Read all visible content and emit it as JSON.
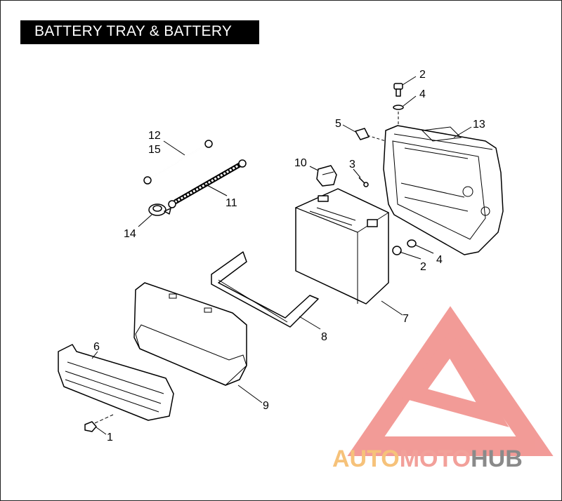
{
  "title": "BATTERY TRAY & BATTERY",
  "callouts": [
    {
      "id": "c2a",
      "text": "2"
    },
    {
      "id": "c4a",
      "text": "4"
    },
    {
      "id": "c5",
      "text": "5"
    },
    {
      "id": "c13",
      "text": "13"
    },
    {
      "id": "c12",
      "text": "12"
    },
    {
      "id": "c15",
      "text": "15"
    },
    {
      "id": "c10",
      "text": "10"
    },
    {
      "id": "c3",
      "text": "3"
    },
    {
      "id": "c11",
      "text": "11"
    },
    {
      "id": "c14",
      "text": "14"
    },
    {
      "id": "c2b",
      "text": "2"
    },
    {
      "id": "c4b",
      "text": "4"
    },
    {
      "id": "c7",
      "text": "7"
    },
    {
      "id": "c8",
      "text": "8"
    },
    {
      "id": "c6",
      "text": "6"
    },
    {
      "id": "c9",
      "text": "9"
    },
    {
      "id": "c1",
      "text": "1"
    }
  ],
  "watermark": {
    "word_a": "AUTO",
    "word_b": "MOTO",
    "word_c": "HUB",
    "color_a": "#f6c27a",
    "color_b": "#f2a09a",
    "color_c": "#8a8a8a",
    "logo_color": "#f08a86"
  }
}
